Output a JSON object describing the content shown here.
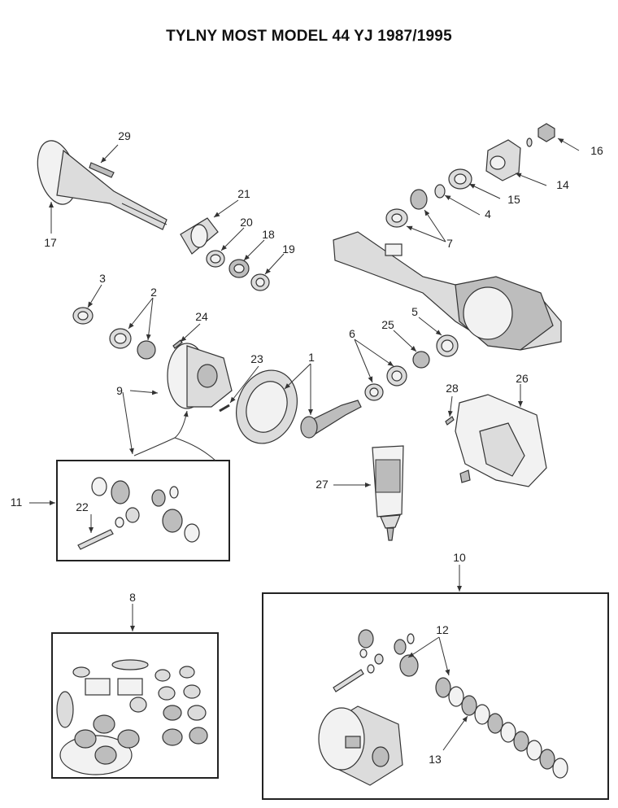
{
  "title": "TYLNY MOST MODEL 44 YJ 1987/1995",
  "callouts": {
    "c1": "1",
    "c2": "2",
    "c3": "3",
    "c4": "4",
    "c5": "5",
    "c6": "6",
    "c7": "7",
    "c8": "8",
    "c9": "9",
    "c10": "10",
    "c11": "11",
    "c12": "12",
    "c13": "13",
    "c14": "14",
    "c15": "15",
    "c16": "16",
    "c17": "17",
    "c18": "18",
    "c19": "19",
    "c20": "20",
    "c21": "21",
    "c22": "22",
    "c23": "23",
    "c24": "24",
    "c25": "25",
    "c26": "26",
    "c27": "27",
    "c28": "28",
    "c29": "29"
  }
}
